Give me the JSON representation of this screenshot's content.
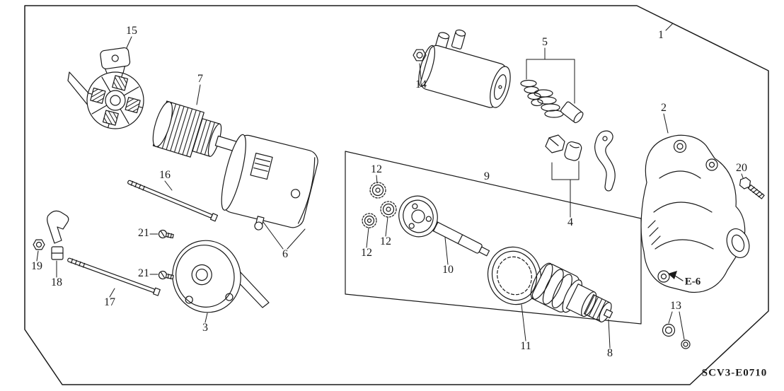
{
  "diagram": {
    "background": "#ffffff",
    "ink": "#1a1a1a",
    "code": "SCV3-E0710",
    "reference": "E-6",
    "callouts": {
      "c1": "1",
      "c2": "2",
      "c3": "3",
      "c4": "4",
      "c5": "5",
      "c6": "6",
      "c7": "7",
      "c8": "8",
      "c9": "9",
      "c10": "10",
      "c11": "11",
      "c12a": "12",
      "c12b": "12",
      "c12c": "12",
      "c13": "13",
      "c14": "14",
      "c15": "15",
      "c16": "16",
      "c17": "17",
      "c18": "18",
      "c19": "19",
      "c20": "20",
      "c21a": "21",
      "c21b": "21"
    }
  }
}
